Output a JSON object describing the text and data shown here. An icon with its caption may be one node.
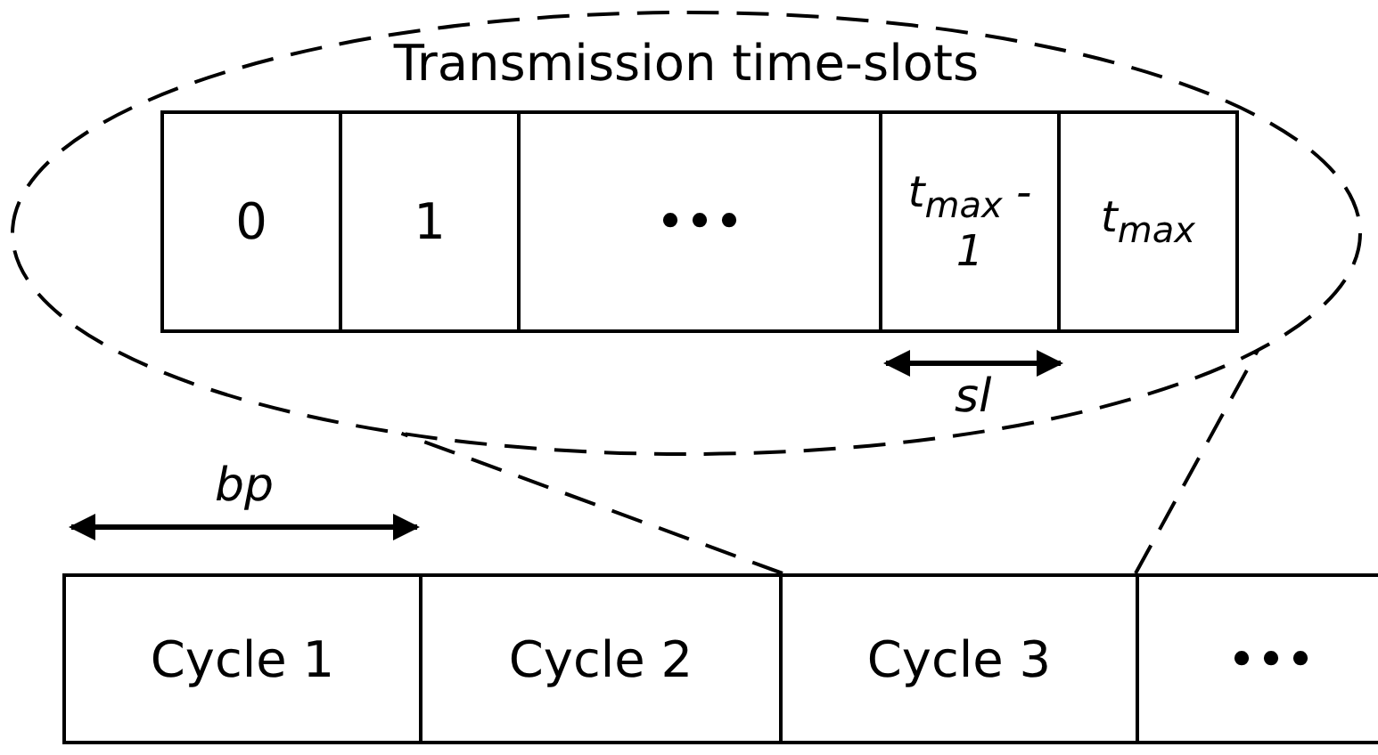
{
  "diagram": {
    "nodes": [
      {
        "text": [
          "Transmission time-slots"
        ]
      },
      {
        "text": [
          "0"
        ],
        "in": 0
      },
      {
        "text": [
          "1"
        ],
        "in": 0
      },
      {
        "text": [
          "•••"
        ],
        "in": 0
      },
      {
        "text": [
          "t$_{max}$ - 1"
        ],
        "in": 0
      },
      {
        "text": [
          "t$_{max}$"
        ],
        "in": 0
      },
      {
        "text": [
          "Cycle 1"
        ]
      },
      {
        "text": [
          "Cycle 2"
        ]
      },
      {
        "text": [
          "Cycle 3"
        ]
      },
      {
        "text": [
          "•••"
        ]
      }
    ],
    "edges": [
      {
        "from": 8,
        "to": 0,
        "arrow": "none",
        "style": "dashed"
      },
      {
        "from": 8,
        "to": 0,
        "arrow": "none",
        "style": "dashed"
      }
    ],
    "labels": [
      "sl",
      "bp"
    ]
  }
}
